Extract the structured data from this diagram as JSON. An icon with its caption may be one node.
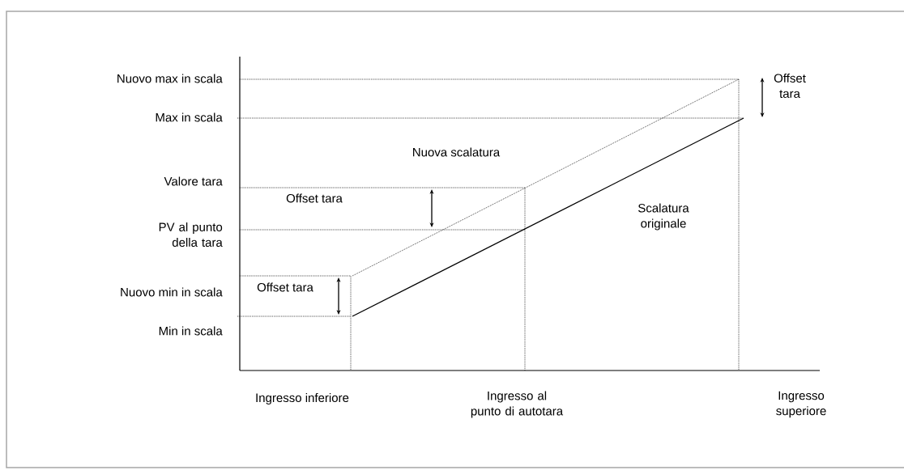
{
  "diagram": {
    "labels": [
      "Nuovo max in scala",
      "Offset tara",
      "Max in scala",
      "Nuova scalatura",
      "Valore tara",
      "Offset tara",
      "PV al punto della tara",
      "Scalatura originale",
      "Offset tara",
      "Nuovo min in scala",
      "Min in scala",
      "Ingresso inferiore",
      "Ingresso al punto di autotara",
      "Ingresso superiore"
    ]
  }
}
